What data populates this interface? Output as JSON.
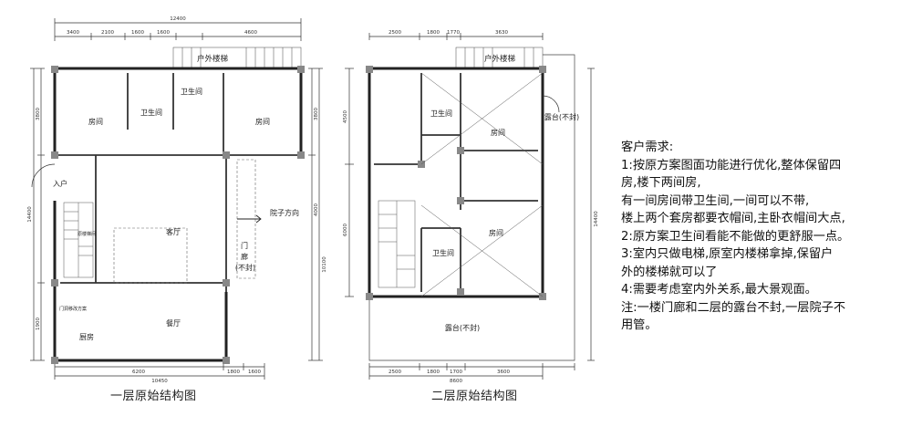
{
  "plan1": {
    "caption": "一层原始结构图",
    "top_total": "12400",
    "top_dims": [
      "3400",
      "2100",
      "1600",
      "1600",
      "4600"
    ],
    "bottom_total": "10450",
    "bottom_dims": [
      "6200",
      "1800",
      "1600"
    ],
    "left_total": "14400",
    "right_total": "10100",
    "left_dims": [
      "3800",
      "1900"
    ],
    "right_dims": [
      "3800",
      "4000"
    ],
    "stair_label": "户外楼梯",
    "entrance": "入户",
    "direction": "院子方向",
    "porch": "门",
    "porch2": "廊",
    "porch_note": "(不封)",
    "rooms": {
      "bedroom_left": "房间",
      "bath_a": "卫生间",
      "bath_b": "卫生间",
      "bedroom_right": "房间",
      "living": "客厅",
      "dining": "餐厅",
      "kitchen": "厨房",
      "stairwell": "原楼梯间",
      "door_change": "门洞移改方案"
    }
  },
  "plan2": {
    "caption": "二层原始结构图",
    "top_dims": [
      "2500",
      "1800",
      "1770",
      "3630"
    ],
    "bottom_total": "8600",
    "bottom_dims": [
      "2500",
      "1800",
      "1700",
      "3600"
    ],
    "left_dims": [
      "4500",
      "6000"
    ],
    "right_total": "14400",
    "stair_label": "户外楼梯",
    "terrace_right": "露台(不封)",
    "terrace_bottom": "露台(不封)",
    "rooms": {
      "bath_top": "卫生间",
      "bedroom_top": "房间",
      "bath_bottom": "卫生间",
      "bedroom_bottom": "房间"
    }
  },
  "notes": {
    "title": "客户需求:",
    "lines": [
      "1:按原方案图面功能进行优化,整体保留四",
      "房,楼下两间房,",
      "有一间房间带卫生间,一间可以不带,",
      "楼上两个套房都要衣帽间,主卧衣帽间大点,",
      "2:原方案卫生间看能不能做的更舒服一点。",
      "3:室内只做电梯,原室内楼梯拿掉,保留户",
      "外的楼梯就可以了",
      "4:需要考虑室内外关系,最大景观面。",
      "注:一楼门廊和二层的露台不封,一层院子不",
      "用管。"
    ]
  }
}
